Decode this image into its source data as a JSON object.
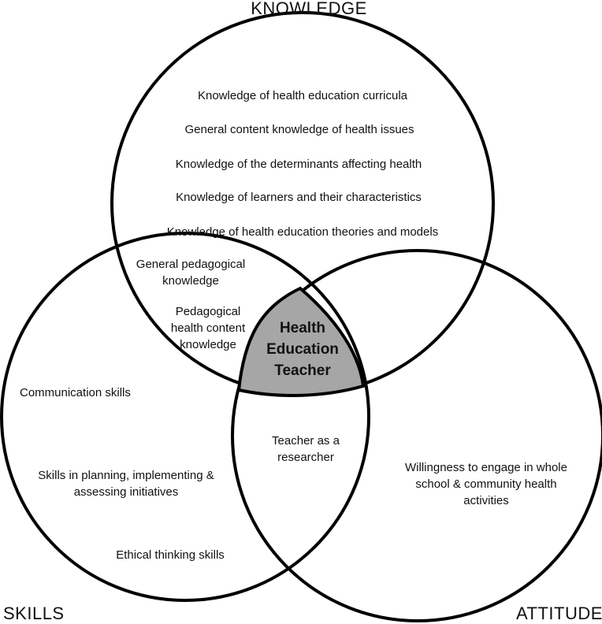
{
  "sets": {
    "knowledge": "KNOWLEDGE",
    "skills": "SKILLS",
    "attitude": "ATTITUDE"
  },
  "center": {
    "line1": "Health",
    "line2": "Education",
    "line3": "Teacher"
  },
  "knowledge_items": [
    "Knowledge of health education curricula",
    "General content knowledge of health issues",
    "Knowledge of the determinants affecting health",
    "Knowledge of learners and their characteristics",
    "Knowledge of health education theories and models"
  ],
  "knowledge_skills_items": {
    "general_pedagogical": [
      "General pedagogical",
      "knowledge"
    ],
    "pedagogical_health": [
      "Pedagogical",
      "health content",
      "knowledge"
    ]
  },
  "skills_items": {
    "communication": "Communication skills",
    "planning": [
      "Skills in planning, implementing &",
      "assessing initiatives"
    ],
    "ethical": "Ethical thinking skills"
  },
  "skills_attitude_items": {
    "researcher": [
      "Teacher as a",
      "researcher"
    ]
  },
  "attitude_items": {
    "willingness": [
      "Willingness to engage in whole",
      "school & community health",
      "activities"
    ]
  },
  "colors": {
    "outline": "#000000",
    "center_fill": "#a6a6a6",
    "background": "#ffffff"
  }
}
